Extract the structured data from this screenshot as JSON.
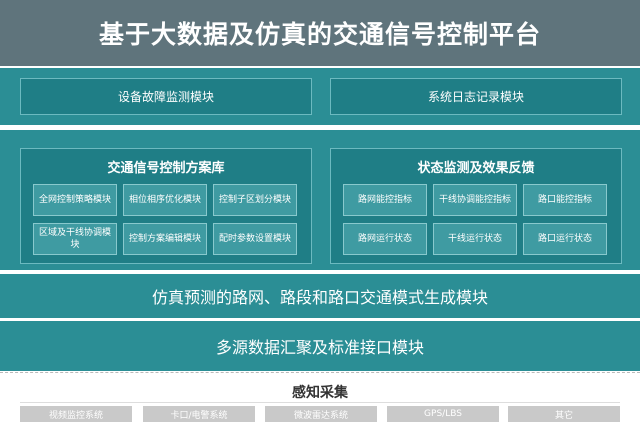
{
  "title": "基于大数据及仿真的交通信号控制平台",
  "top_modules": [
    "设备故障监测模块",
    "系统日志记录模块"
  ],
  "left_group": {
    "title": "交通信号控制方案库",
    "items": [
      "全网控制策略模块",
      "相位相序优化模块",
      "控制子区划分模块",
      "区域及干线协调模块",
      "控制方案编辑模块",
      "配时参数设置模块"
    ]
  },
  "right_group": {
    "title": "状态监测及效果反馈",
    "items": [
      "路网能控指标",
      "干线协调能控指标",
      "路口能控指标",
      "路网运行状态",
      "干线运行状态",
      "路口运行状态"
    ]
  },
  "simulation_module": "仿真预测的路网、路段和路口交通模式生成模块",
  "data_module": "多源数据汇聚及标准接口模块",
  "sensing": {
    "title": "感知采集",
    "items": [
      "视频监控系统",
      "卡口/电警系统",
      "微波雷达系统",
      "GPS/LBS",
      "其它"
    ]
  },
  "colors": {
    "title_bg": "#5f747c",
    "section_bg": "#2b8e95",
    "box_bg": "#1f7e86",
    "mini_bg": "#3f9ba2",
    "sense_bg": "#c9c9c9"
  }
}
